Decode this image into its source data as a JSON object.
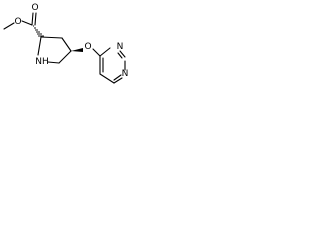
{
  "molecule": {
    "atom_labels": {
      "carbonyl_oxygen": "O",
      "ester_oxygen": "O",
      "ether_oxygen": "O",
      "ring_nitrogen_top": "N",
      "ring_nitrogen_bottom": "N",
      "amine": "NH"
    },
    "colors": {
      "bond": "#000000",
      "background": "#ffffff"
    }
  }
}
